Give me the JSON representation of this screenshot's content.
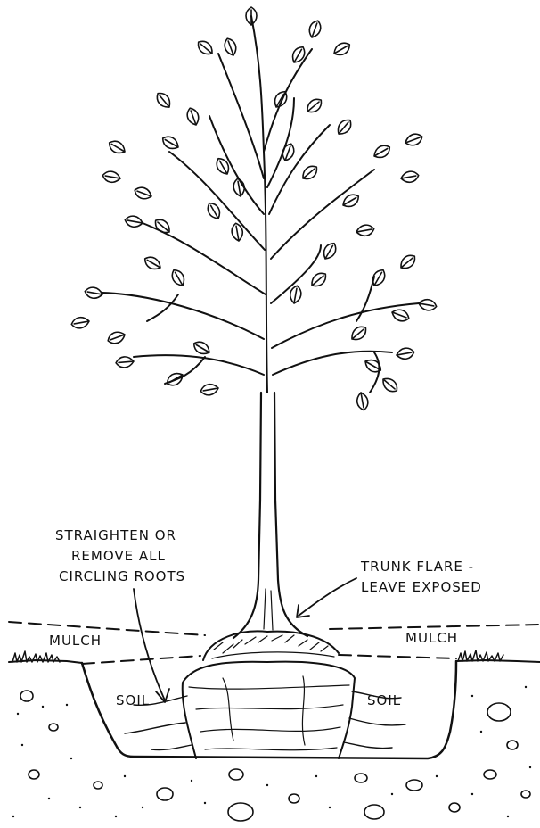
{
  "labels": {
    "circling_roots": [
      "STRAIGHTEN OR",
      "REMOVE ALL",
      "CIRCLING ROOTS"
    ],
    "trunk_flare": [
      "TRUNK FLARE -",
      "LEAVE EXPOSED"
    ],
    "mulch_left": "MULCH",
    "mulch_right": "MULCH",
    "soil_left": "SOIL",
    "soil_right": "SOIL"
  },
  "colors": {
    "ink": "#111111",
    "paper": "#ffffff"
  }
}
